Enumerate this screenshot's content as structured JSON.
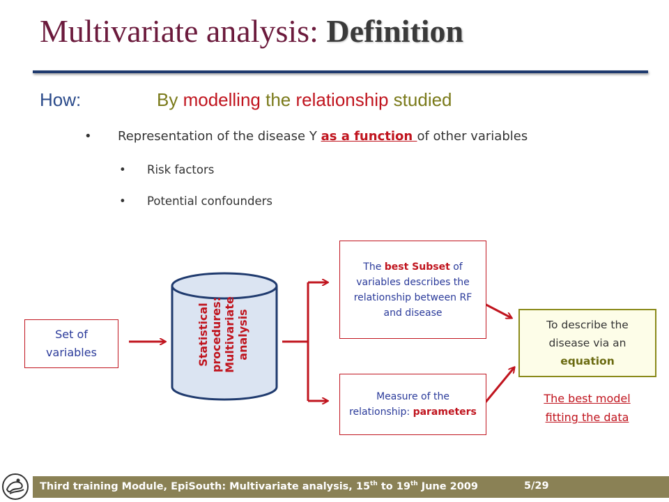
{
  "title": {
    "main": "Multivariate analysis: ",
    "sub": "Definition"
  },
  "how": {
    "label": "How:",
    "part1": "By ",
    "part2": "modelling",
    "part3": " the ",
    "part4": "relationship",
    "part5": " studied"
  },
  "bullets": {
    "b1_pre": "Representation of the disease Y ",
    "b1_link": "as a function ",
    "b1_post": "of other variables",
    "b2": "Risk factors",
    "b3": "Potential confounders"
  },
  "diagram": {
    "set_line1": "Set of",
    "set_line2": "variables",
    "cyl_line1": "Statistical",
    "cyl_line2": "procedures:",
    "cyl_line3": "Multivariate",
    "cyl_line4": "analysis",
    "best_pre": "The ",
    "best_bold": "best Subset",
    "best_post": " of variables describes the relationship between RF and disease",
    "measure_pre": "Measure of the relationship: ",
    "measure_bold": "parameters",
    "eq_line1": "To describe the",
    "eq_line2": "disease via an",
    "eq_bold": "equation",
    "best_model_line1": "The best model",
    "best_model_line2": "fitting the data"
  },
  "footer": {
    "pre": "Third training Module, EpiSouth: Multivariate analysis, 15",
    "sup1": "th",
    "mid": " to 19",
    "sup2": "th",
    "post": " June 2009",
    "page": "5/29"
  },
  "colors": {
    "accent_red": "#c0141e",
    "title_maroon": "#6b1a3c",
    "olive": "#8a8a1a",
    "footer": "#8a8155"
  }
}
